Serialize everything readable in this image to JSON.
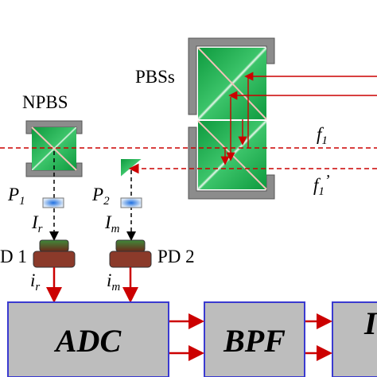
{
  "labels": {
    "pbss": "PBSs",
    "npbs": "NPBS",
    "p1": "P",
    "p1_sub": "1",
    "p2": "P",
    "p2_sub": "2",
    "ir": "I",
    "ir_sub": "r",
    "im": "I",
    "im_sub": "m",
    "pd1": "D 1",
    "pd2": "PD 2",
    "ir_small": "i",
    "ir_small_sub": "r",
    "im_small": "i",
    "im_small_sub": "m",
    "f1": "f",
    "f1_sub": "1",
    "f1p": "f",
    "f1p_sub": "1",
    "f1p_prime": "’"
  },
  "blocks": {
    "adc": "ADC",
    "bpf": "BPF",
    "third": "I"
  },
  "colors": {
    "beam_red": "#cc0000",
    "block_fill": "#bdbdbd",
    "block_border": "#3a3ad0",
    "crystal_green": "#1aa84a",
    "mount_gray": "#8c8c8c",
    "pd_brown": "#8b3a2a"
  }
}
